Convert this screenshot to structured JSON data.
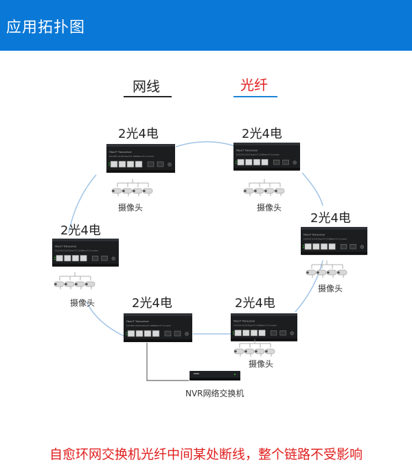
{
  "header": {
    "title": "应用拓扑图",
    "bg_color": "#0a78d6"
  },
  "legend": {
    "cable": {
      "label": "网线",
      "color": "#222222"
    },
    "fiber": {
      "label": "光纤",
      "color": "#e0201f",
      "underline_color": "#1a82d8"
    }
  },
  "nodes": [
    {
      "id": "top-left",
      "label": "2光4电",
      "camera_label": "摄像头"
    },
    {
      "id": "top-right",
      "label": "2光4电",
      "camera_label": "摄像头"
    },
    {
      "id": "right",
      "label": "2光4电",
      "camera_label": "摄像头"
    },
    {
      "id": "bottom-right",
      "label": "2光4电",
      "camera_label": "摄像头"
    },
    {
      "id": "bottom",
      "label": "2光4电"
    },
    {
      "id": "left",
      "label": "2光4电",
      "camera_label": "摄像头"
    }
  ],
  "nvr": {
    "label": "NVR网络交换机"
  },
  "footer": {
    "text": "自愈环网交换机光纤中间某处断线，整个链路不受影响",
    "color": "#e0201f"
  }
}
